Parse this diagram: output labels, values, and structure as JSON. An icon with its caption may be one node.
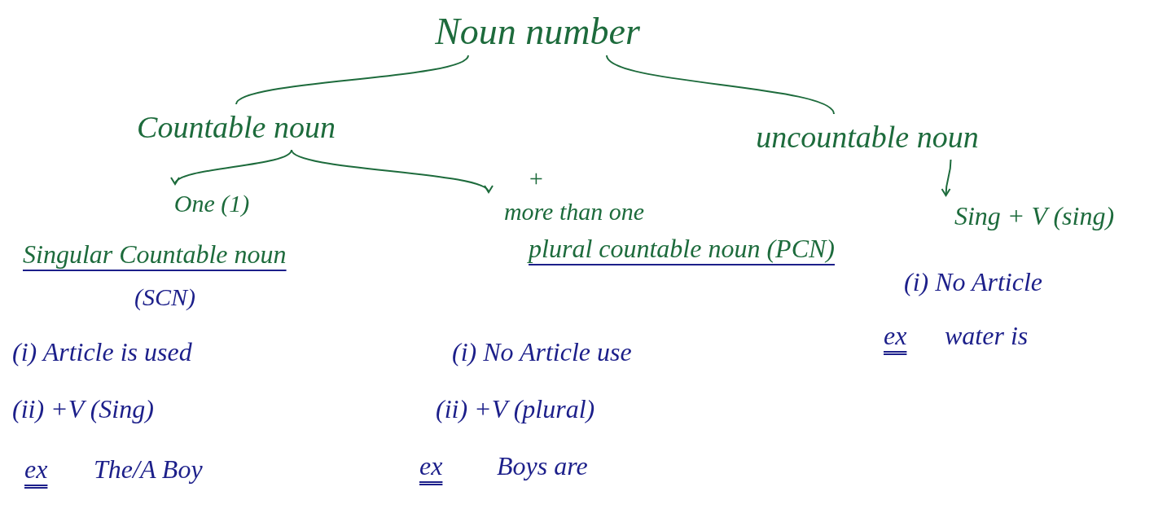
{
  "diagram": {
    "nodes": [
      {
        "text": [
          "Noun number"
        ]
      },
      {
        "text": [
          "Countable noun"
        ]
      },
      {
        "text": [
          "uncountable noun"
        ]
      },
      {
        "text": [
          "One (1)"
        ]
      },
      {
        "text": [
          "more than one"
        ]
      },
      {
        "text": [
          "Sing + V (sing)"
        ]
      }
    ],
    "edges": [
      {
        "from": 0,
        "to": 1,
        "arrow": "none"
      },
      {
        "from": 0,
        "to": 2,
        "arrow": "none"
      },
      {
        "from": 1,
        "to": 3,
        "arrow": "to"
      },
      {
        "from": 1,
        "to": 4,
        "arrow": "to"
      },
      {
        "from": 2,
        "to": 5,
        "arrow": "to"
      }
    ],
    "labels": [
      "+",
      "Singular Countable noun",
      "(SCN)",
      "(i) Article is used",
      "(ii) +V (Sing)",
      "ex",
      "The/A Boy",
      "plural countable noun (PCN)",
      "(i) No Article use",
      "(ii) +V (plural)",
      "ex",
      "Boys are",
      "(i) No Article",
      "ex",
      "water is"
    ]
  }
}
